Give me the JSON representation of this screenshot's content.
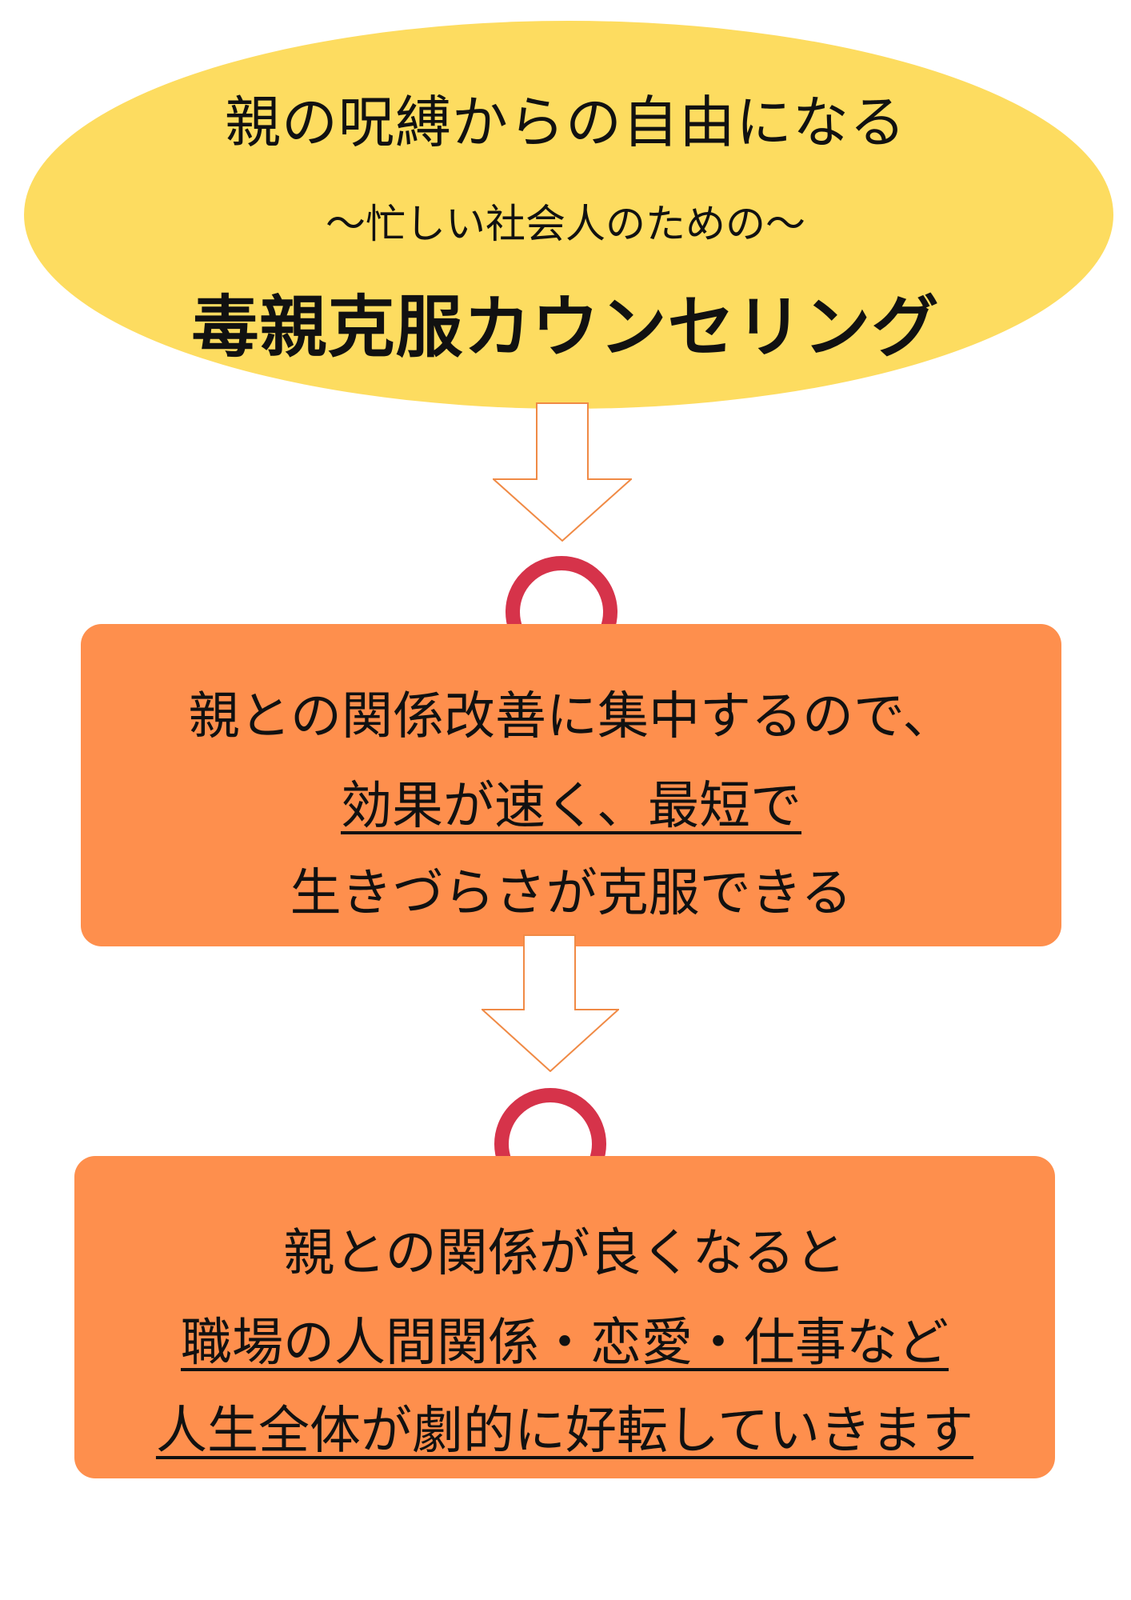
{
  "header": {
    "line1": "親の呪縛からの自由になる",
    "line2": "～忙しい社会人のための～",
    "line3": "毒親克服カウンセリング"
  },
  "step1": {
    "line1": "親との関係改善に集中するので、",
    "line2": "効果が速く、最短で",
    "line3": "生きづらさが克服できる"
  },
  "step2": {
    "line1": "親との関係が良くなると",
    "line2": "職場の人間関係・恋愛・仕事など",
    "line3": "人生全体が劇的に好転していきます"
  },
  "colors": {
    "ellipse_fill": "#FDDC60",
    "box_fill": "#FE8F4D",
    "circle_stroke": "#D6334A",
    "arrow_stroke": "#F08A45"
  },
  "icons": {
    "arrow": "down-arrow-icon",
    "circle": "circle-mark-icon"
  }
}
